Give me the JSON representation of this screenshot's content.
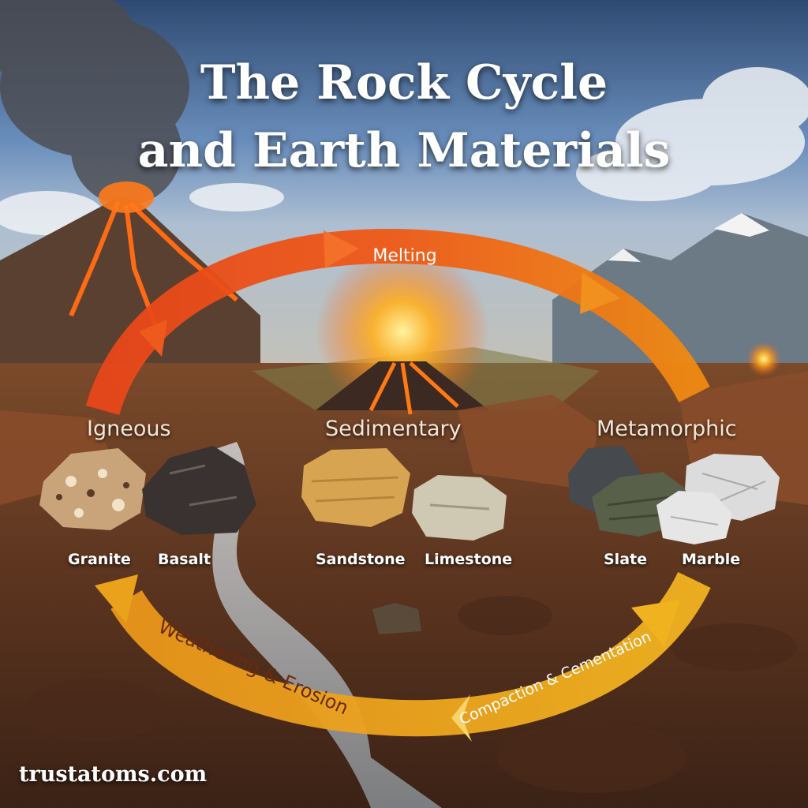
{
  "title_line1": "The Rock Cycle",
  "title_line2": "and Earth Materials",
  "categories": {
    "igneous": "Igneous",
    "sedimentary": "Sedimentary",
    "metamorphic": "Metamorphic"
  },
  "rocks": {
    "granite": "Granite",
    "basalt": "Basalt",
    "sandstone": "Sandstone",
    "limestone": "Limestone",
    "slate": "Slate",
    "marble": "Marble"
  },
  "processes": {
    "melting": "Melting",
    "weathering": "Weathering & Erosion",
    "compaction": "Compaction & Cementation"
  },
  "footer": "trustatoms.com",
  "colors": {
    "arrow_red": "#e8461a",
    "arrow_orange": "#f08a12",
    "arrow_gold": "#e9a21a",
    "sky": "#5d84b6",
    "earth": "#6b3b22"
  }
}
